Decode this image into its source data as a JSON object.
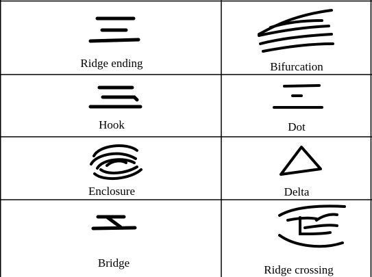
{
  "table": {
    "cells": [
      {
        "label": "Ridge ending",
        "icon": "ridge-ending-icon"
      },
      {
        "label": "Bifurcation",
        "icon": "bifurcation-icon"
      },
      {
        "label": "Hook",
        "icon": "hook-icon"
      },
      {
        "label": "Dot",
        "icon": "dot-icon"
      },
      {
        "label": "Enclosure",
        "icon": "enclosure-icon"
      },
      {
        "label": "Delta",
        "icon": "delta-icon"
      },
      {
        "label": "Bridge",
        "icon": "bridge-icon"
      },
      {
        "label": "Ridge crossing",
        "icon": "ridge-crossing-icon"
      }
    ]
  },
  "colors": {
    "ink": "#000000",
    "background": "#ffffff"
  }
}
